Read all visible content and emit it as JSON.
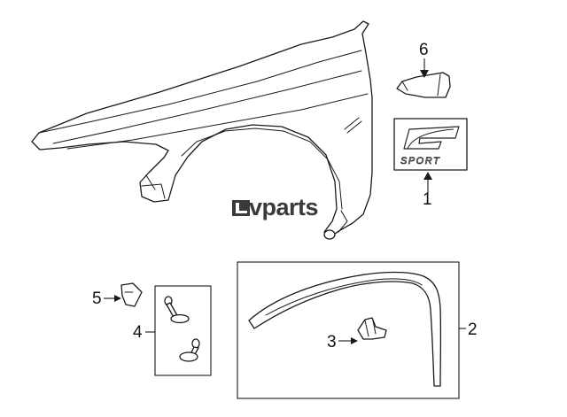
{
  "watermark": {
    "brand": "vparts",
    "logo_icon": "lexus-l-logo"
  },
  "emblem": {
    "letter": "F",
    "word": "SPORT"
  },
  "callouts": [
    {
      "id": "1",
      "label": "1",
      "part": "f-sport-emblem"
    },
    {
      "id": "2",
      "label": "2",
      "part": "fender-liner-molding-box"
    },
    {
      "id": "3",
      "label": "3",
      "part": "molding-retainer-clip"
    },
    {
      "id": "4",
      "label": "4",
      "part": "push-pin-clips-box"
    },
    {
      "id": "5",
      "label": "5",
      "part": "fender-seal"
    },
    {
      "id": "6",
      "label": "6",
      "part": "side-turn-signal-cover"
    }
  ],
  "colors": {
    "line": "#1a1a1a",
    "watermark": "#3a3a3a",
    "background": "#ffffff"
  }
}
